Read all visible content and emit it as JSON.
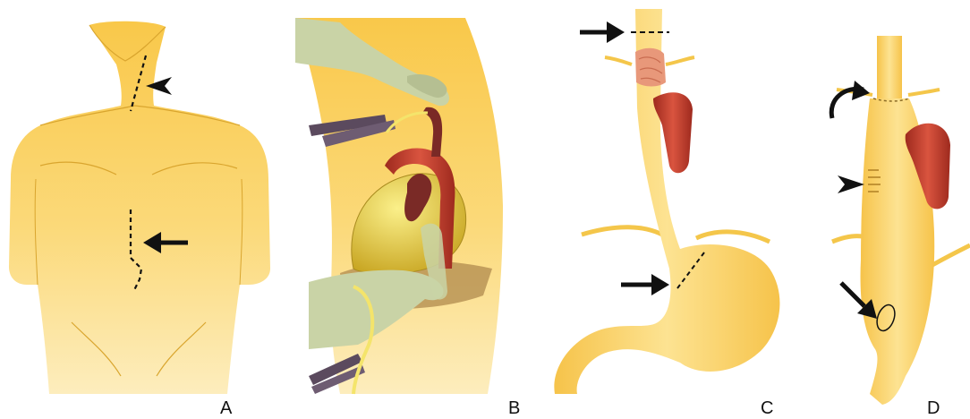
{
  "figure": {
    "panels": [
      {
        "id": "A",
        "label": "A",
        "content": "torso-incisions"
      },
      {
        "id": "B",
        "label": "B",
        "content": "transhiatal-blunt-dissection"
      },
      {
        "id": "C",
        "label": "C",
        "content": "esophagus-stomach-transection-lines"
      },
      {
        "id": "D",
        "label": "D",
        "content": "gastric-pull-up-anastomosis"
      }
    ]
  },
  "colors": {
    "skin": "#f7cf5a",
    "skin_light": "#fde9a6",
    "hand": "#c9d3a6",
    "artery": "#c0392b",
    "heart": "#d9c63a",
    "tumor": "#e8987a",
    "clamp": "#5b4a5e",
    "outline": "#111111"
  }
}
